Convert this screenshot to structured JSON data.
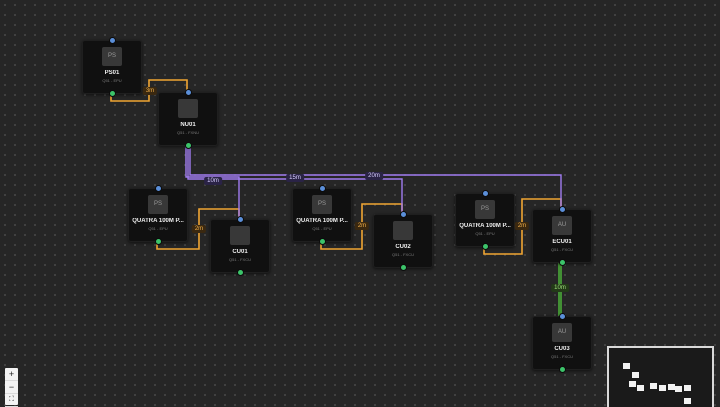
{
  "nodes": [
    {
      "id": "n-ps01",
      "icon": "PS",
      "title": "PS01",
      "subtitle": "Q51 - EPU",
      "icon_name": "ps-icon"
    },
    {
      "id": "n-nu01",
      "icon": "",
      "title": "NU01",
      "subtitle": "Q51 - FXNU",
      "icon_name": "blank-icon"
    },
    {
      "id": "n-quatra1",
      "icon": "PS",
      "title": "QUATRA 100M P...",
      "subtitle": "Q51 - EPU",
      "icon_name": "ps-icon"
    },
    {
      "id": "n-cu01",
      "icon": "",
      "title": "CU01",
      "subtitle": "Q51 - FXCU",
      "icon_name": "blank-icon"
    },
    {
      "id": "n-quatra2",
      "icon": "PS",
      "title": "QUATRA 100M P...",
      "subtitle": "Q51 - EPU",
      "icon_name": "ps-icon"
    },
    {
      "id": "n-cu02",
      "icon": "",
      "title": "CU02",
      "subtitle": "Q51 - FXCU",
      "icon_name": "blank-icon"
    },
    {
      "id": "n-quatra3",
      "icon": "PS",
      "title": "QUATRA 100M P...",
      "subtitle": "Q51 - EPU",
      "icon_name": "ps-icon"
    },
    {
      "id": "n-ecu01",
      "icon": "AU",
      "title": "ECU01",
      "subtitle": "Q51 - FXCU",
      "icon_name": "au-icon"
    },
    {
      "id": "n-cu03",
      "icon": "AU",
      "title": "CU03",
      "subtitle": "Q51 - FXCU",
      "icon_name": "au-icon"
    }
  ],
  "cable_labels": [
    {
      "text": "3m",
      "color": "orange"
    },
    {
      "text": "10m",
      "color": "purple"
    },
    {
      "text": "15m",
      "color": "purple"
    },
    {
      "text": "20m",
      "color": "purple"
    },
    {
      "text": "2m",
      "color": "orange"
    },
    {
      "text": "2m",
      "color": "orange"
    },
    {
      "text": "2m",
      "color": "orange"
    },
    {
      "text": "10m",
      "color": "green"
    }
  ],
  "zoom_controls": {
    "zoom_in": "+",
    "zoom_out": "−",
    "fit_view": "⛶"
  },
  "colors": {
    "orange_cable": "#f0a532",
    "purple_cable": "#a07cf0",
    "green_cable": "#4fbf3a",
    "input_port": "#5b8fd9",
    "output_port": "#3cc46a"
  }
}
